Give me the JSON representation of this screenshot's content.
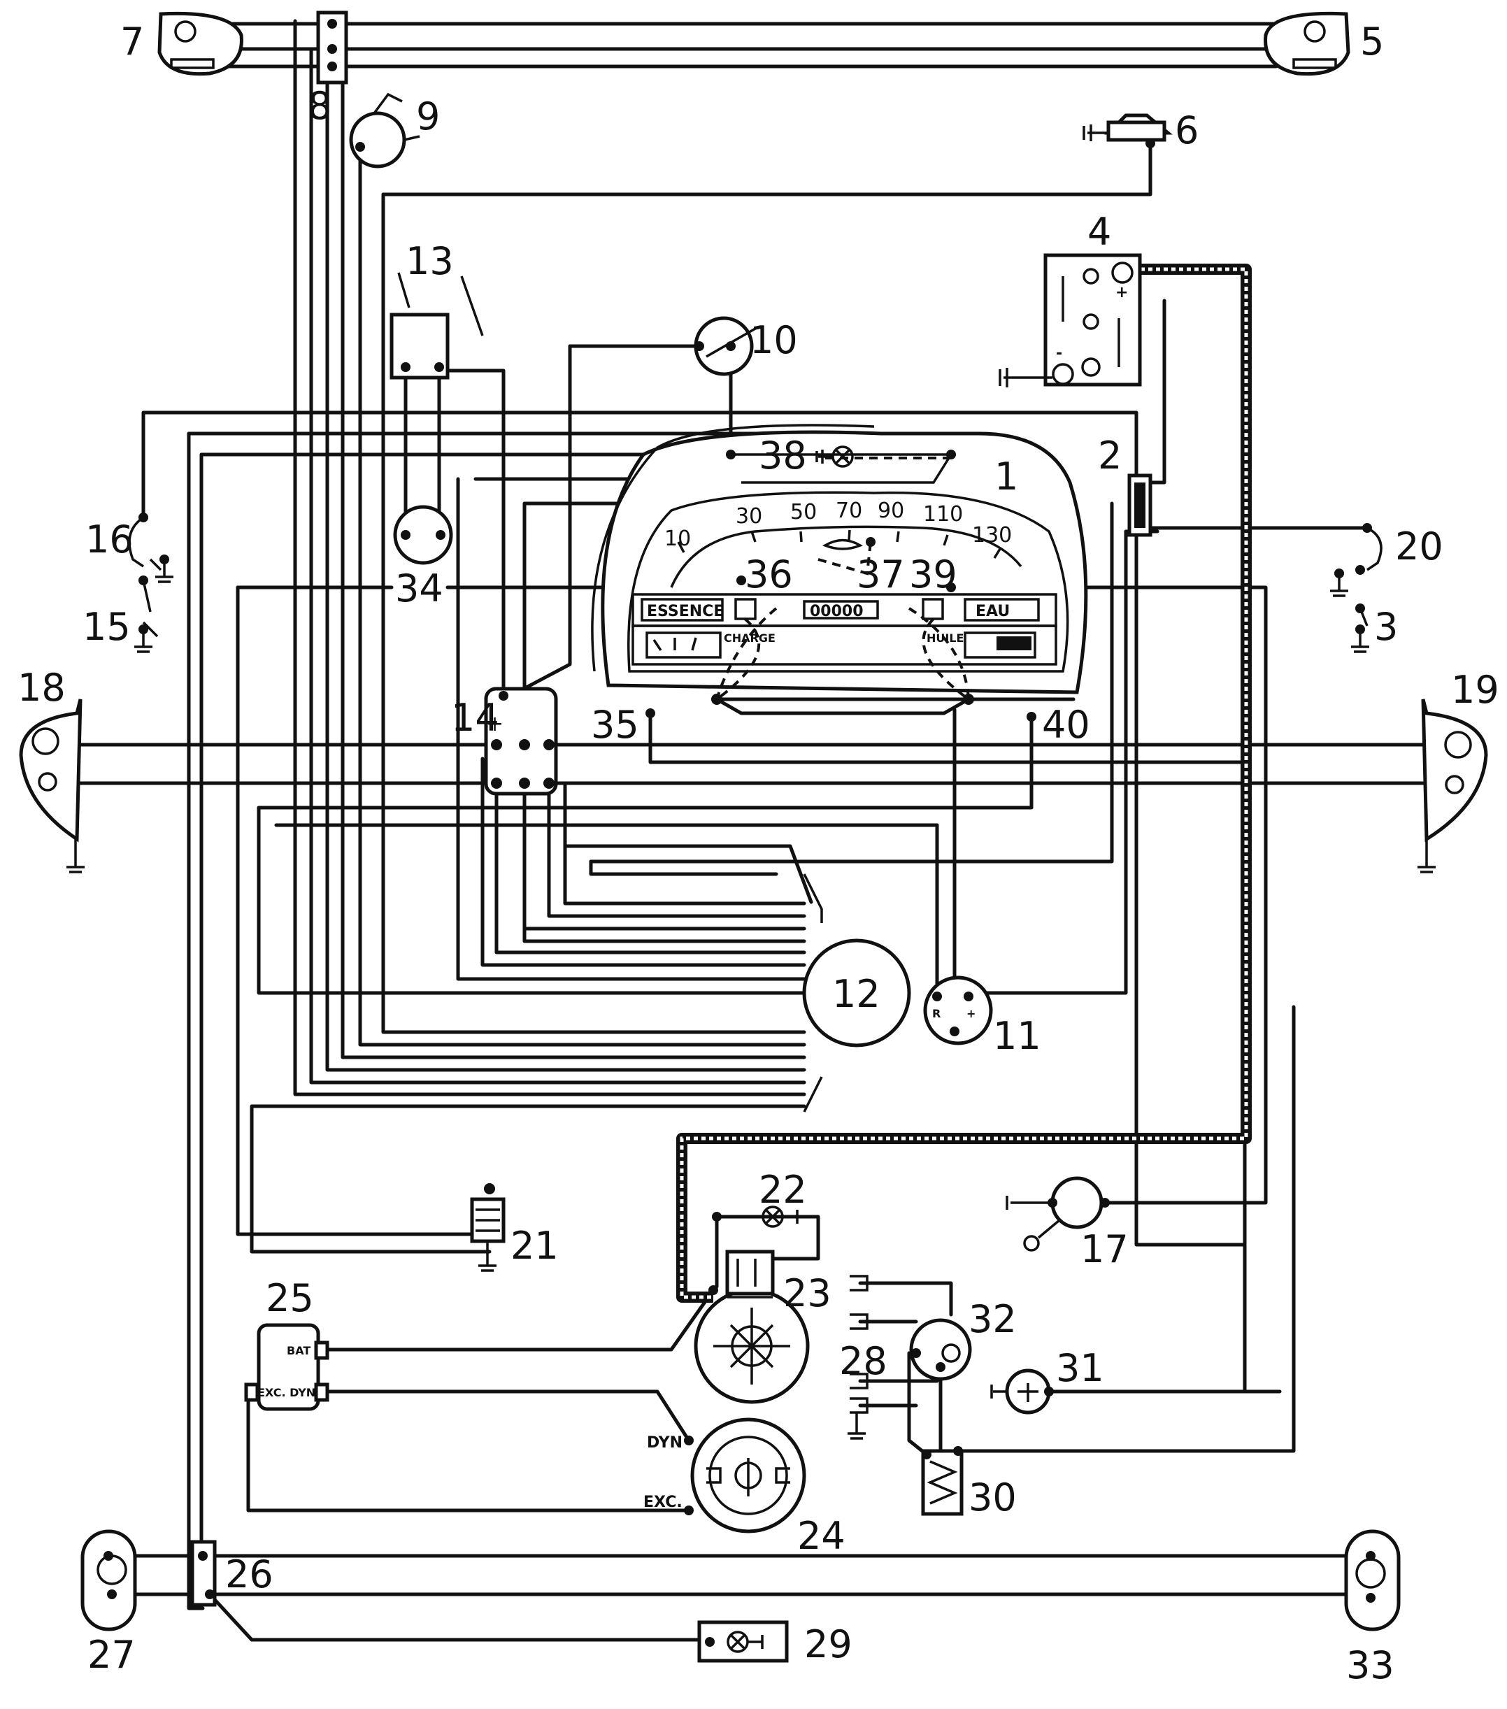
{
  "labels": {
    "n1": "1",
    "n2": "2",
    "n3": "3",
    "n4": "4",
    "n5": "5",
    "n6": "6",
    "n7": "7",
    "n8": "8",
    "n9": "9",
    "n10": "10",
    "n11": "11",
    "n12": "12",
    "n13": "13",
    "n14": "14",
    "n15": "15",
    "n16": "16",
    "n17": "17",
    "n18": "18",
    "n19": "19",
    "n20": "20",
    "n21": "21",
    "n22": "22",
    "n23": "23",
    "n24": "24",
    "n25": "25",
    "n26": "26",
    "n27": "27",
    "n28": "28",
    "n29": "29",
    "n30": "30",
    "n31": "31",
    "n32": "32",
    "n33": "33",
    "n34": "34",
    "n35": "35",
    "n36": "36",
    "n37": "37",
    "n38": "38",
    "n39": "39",
    "n40": "40"
  },
  "speedometer_scale": [
    "10",
    "30",
    "50",
    "70",
    "90",
    "110",
    "130"
  ],
  "instrument_panel": {
    "fuel": "ESSENCE",
    "water": "EAU",
    "odometer": "00000",
    "charge": "CHARGE",
    "oil": "HUILE"
  },
  "terminals": {
    "bat": "BAT",
    "exc_dyn": "EXC. DYN",
    "dyn": "DYN",
    "exc": "EXC.",
    "plus": "+",
    "r": "R",
    "battery_plus": "+",
    "battery_minus": "-"
  }
}
